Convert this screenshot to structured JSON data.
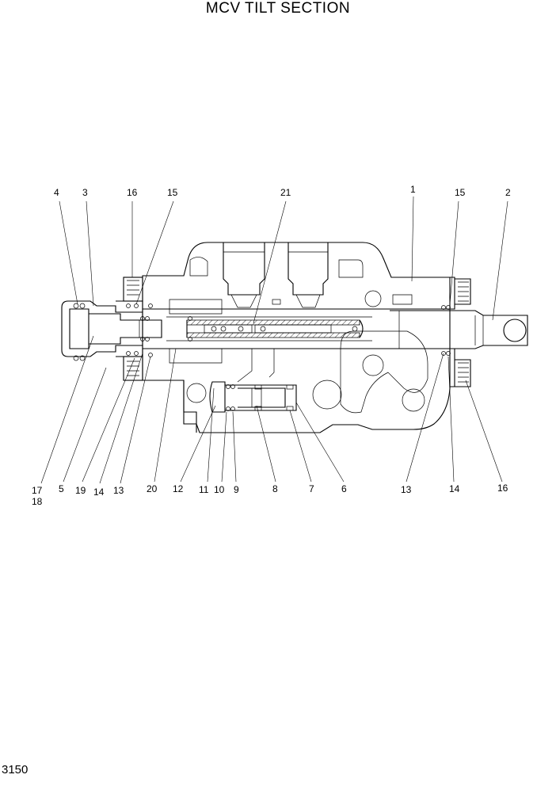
{
  "title": "MCV TILT SECTION",
  "page_number": "3150",
  "callouts": [
    {
      "id": "c4",
      "text": "4"
    },
    {
      "id": "c3",
      "text": "3"
    },
    {
      "id": "c16a",
      "text": "16"
    },
    {
      "id": "c15a",
      "text": "15"
    },
    {
      "id": "c21",
      "text": "21"
    },
    {
      "id": "c1",
      "text": "1"
    },
    {
      "id": "c15b",
      "text": "15"
    },
    {
      "id": "c2",
      "text": "2"
    },
    {
      "id": "c17",
      "text": "17"
    },
    {
      "id": "c18",
      "text": "18"
    },
    {
      "id": "c5",
      "text": "5"
    },
    {
      "id": "c19",
      "text": "19"
    },
    {
      "id": "c14a",
      "text": "14"
    },
    {
      "id": "c13a",
      "text": "13"
    },
    {
      "id": "c20",
      "text": "20"
    },
    {
      "id": "c12",
      "text": "12"
    },
    {
      "id": "c11",
      "text": "11"
    },
    {
      "id": "c10",
      "text": "10"
    },
    {
      "id": "c9",
      "text": "9"
    },
    {
      "id": "c8",
      "text": "8"
    },
    {
      "id": "c7",
      "text": "7"
    },
    {
      "id": "c6",
      "text": "6"
    },
    {
      "id": "c13b",
      "text": "13"
    },
    {
      "id": "c14b",
      "text": "14"
    },
    {
      "id": "c16b",
      "text": "16"
    }
  ]
}
